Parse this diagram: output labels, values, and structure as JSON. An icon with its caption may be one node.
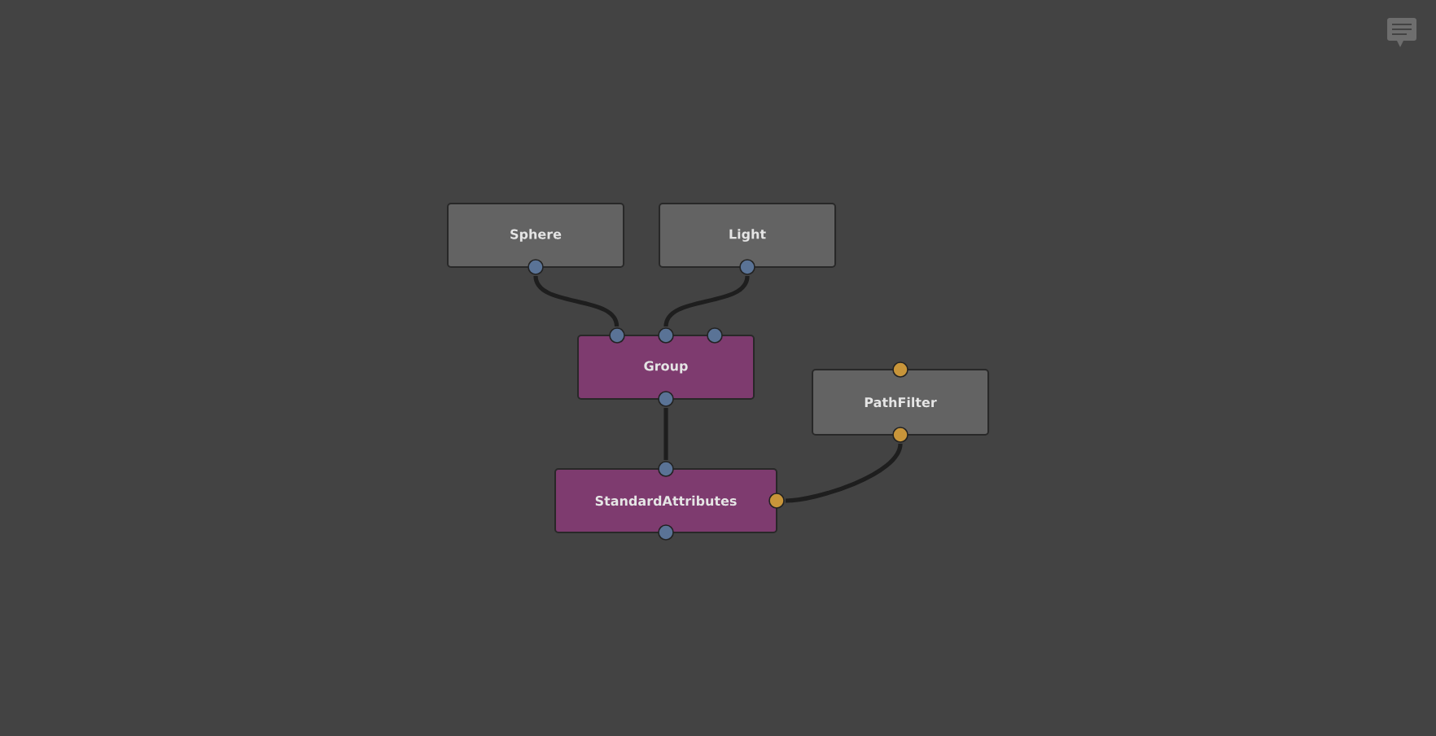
{
  "diagram": {
    "nodes": [
      {
        "text": [
          "Sphere"
        ]
      },
      {
        "text": [
          "Light"
        ]
      },
      {
        "text": [
          "Group"
        ]
      },
      {
        "text": [
          "PathFilter"
        ]
      },
      {
        "text": [
          "StandardAttributes"
        ]
      }
    ],
    "edges": [
      {
        "from": 0,
        "to": 2,
        "arrow": "none"
      },
      {
        "from": 1,
        "to": 2,
        "arrow": "none"
      },
      {
        "from": 2,
        "to": 4,
        "arrow": "none"
      },
      {
        "from": 3,
        "to": 4,
        "arrow": "none"
      }
    ]
  }
}
